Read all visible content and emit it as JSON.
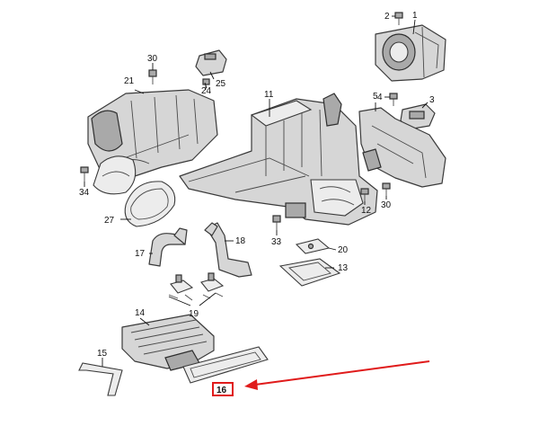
{
  "callouts": {
    "p1": "1",
    "p2": "2",
    "p3": "3",
    "p4": "4",
    "p5": "5",
    "p11": "11",
    "p12": "12",
    "p13": "13",
    "p14": "14",
    "p15": "15",
    "p16": "16",
    "p17": "17",
    "p18": "18",
    "p19": "19",
    "p20": "20",
    "p21": "21",
    "p24": "24",
    "p25": "25",
    "p27": "27",
    "p30a": "30",
    "p30b": "30",
    "p33": "33",
    "p34": "34"
  },
  "highlight": {
    "part": "16",
    "color": "#e01b1b"
  }
}
